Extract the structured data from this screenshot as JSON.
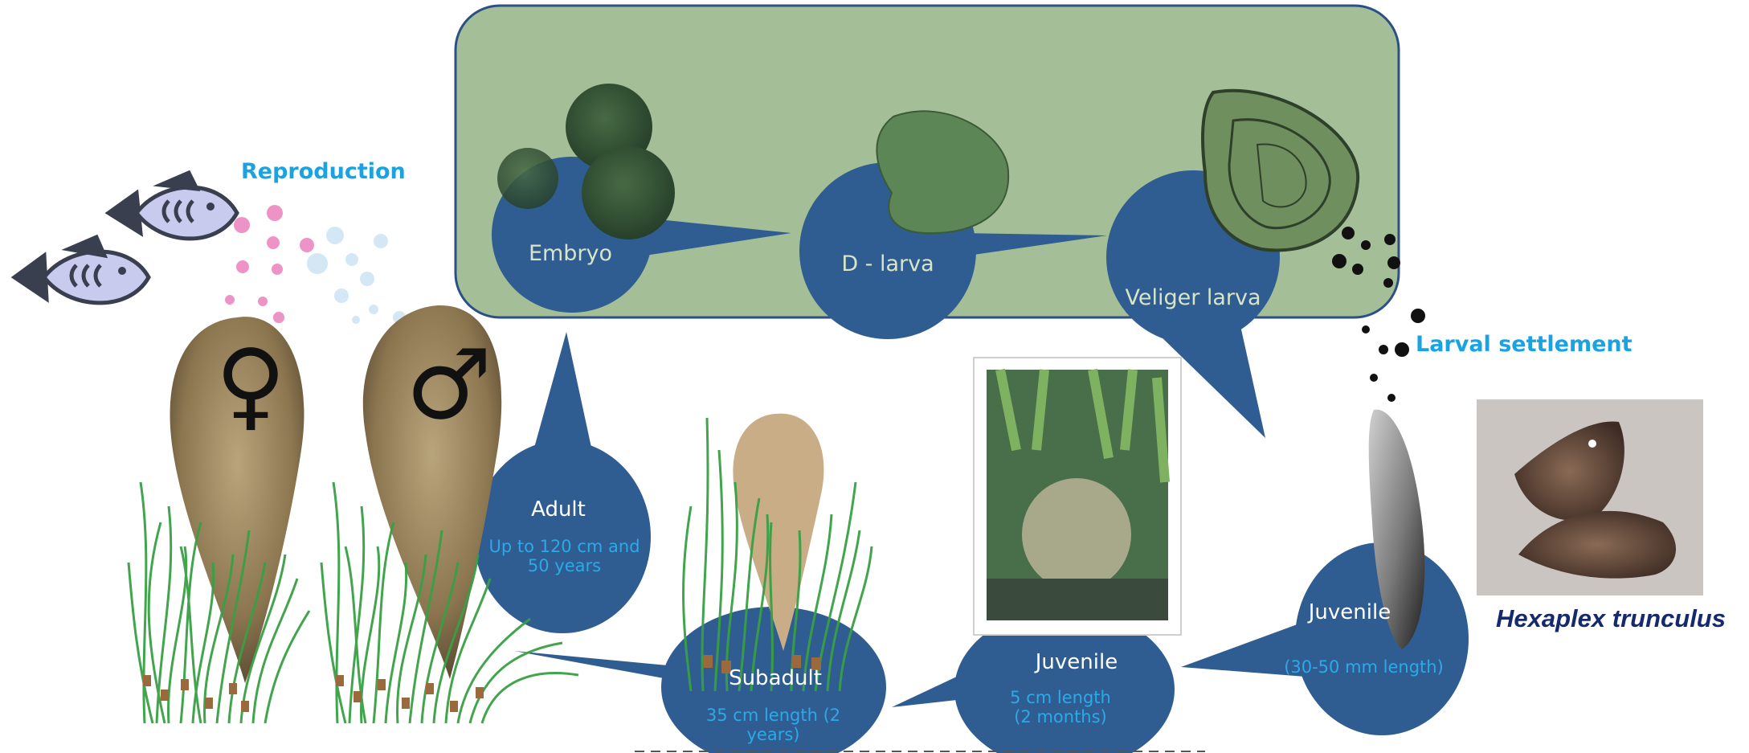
{
  "labels": {
    "reproduction": "Reproduction",
    "larval_settlement": "Larval settlement",
    "species": "Hexaplex trunculus"
  },
  "stages": {
    "embryo": "Embryo",
    "d_larva": "D - larva",
    "veliger": "Veliger larva",
    "adult": "Adult",
    "adult_desc": "Up to 120 cm and\n50 years",
    "subadult": "Subadult",
    "subadult_desc": "35 cm length (2\nyears)",
    "juvenile_mid": "Juvenile",
    "juvenile_mid_desc": "5 cm length\n(2 months)",
    "juvenile_right": "Juvenile",
    "juvenile_right_desc": "(30-50 mm length)"
  },
  "symbols": {
    "female": "♀",
    "male": "♂"
  },
  "colors": {
    "panel_fill": "#a4bf98",
    "panel_border": "#2c4f86",
    "bubble_fill": "#2f5d91",
    "label_blue": "#1aa3e0",
    "species_text": "#152a6e"
  }
}
